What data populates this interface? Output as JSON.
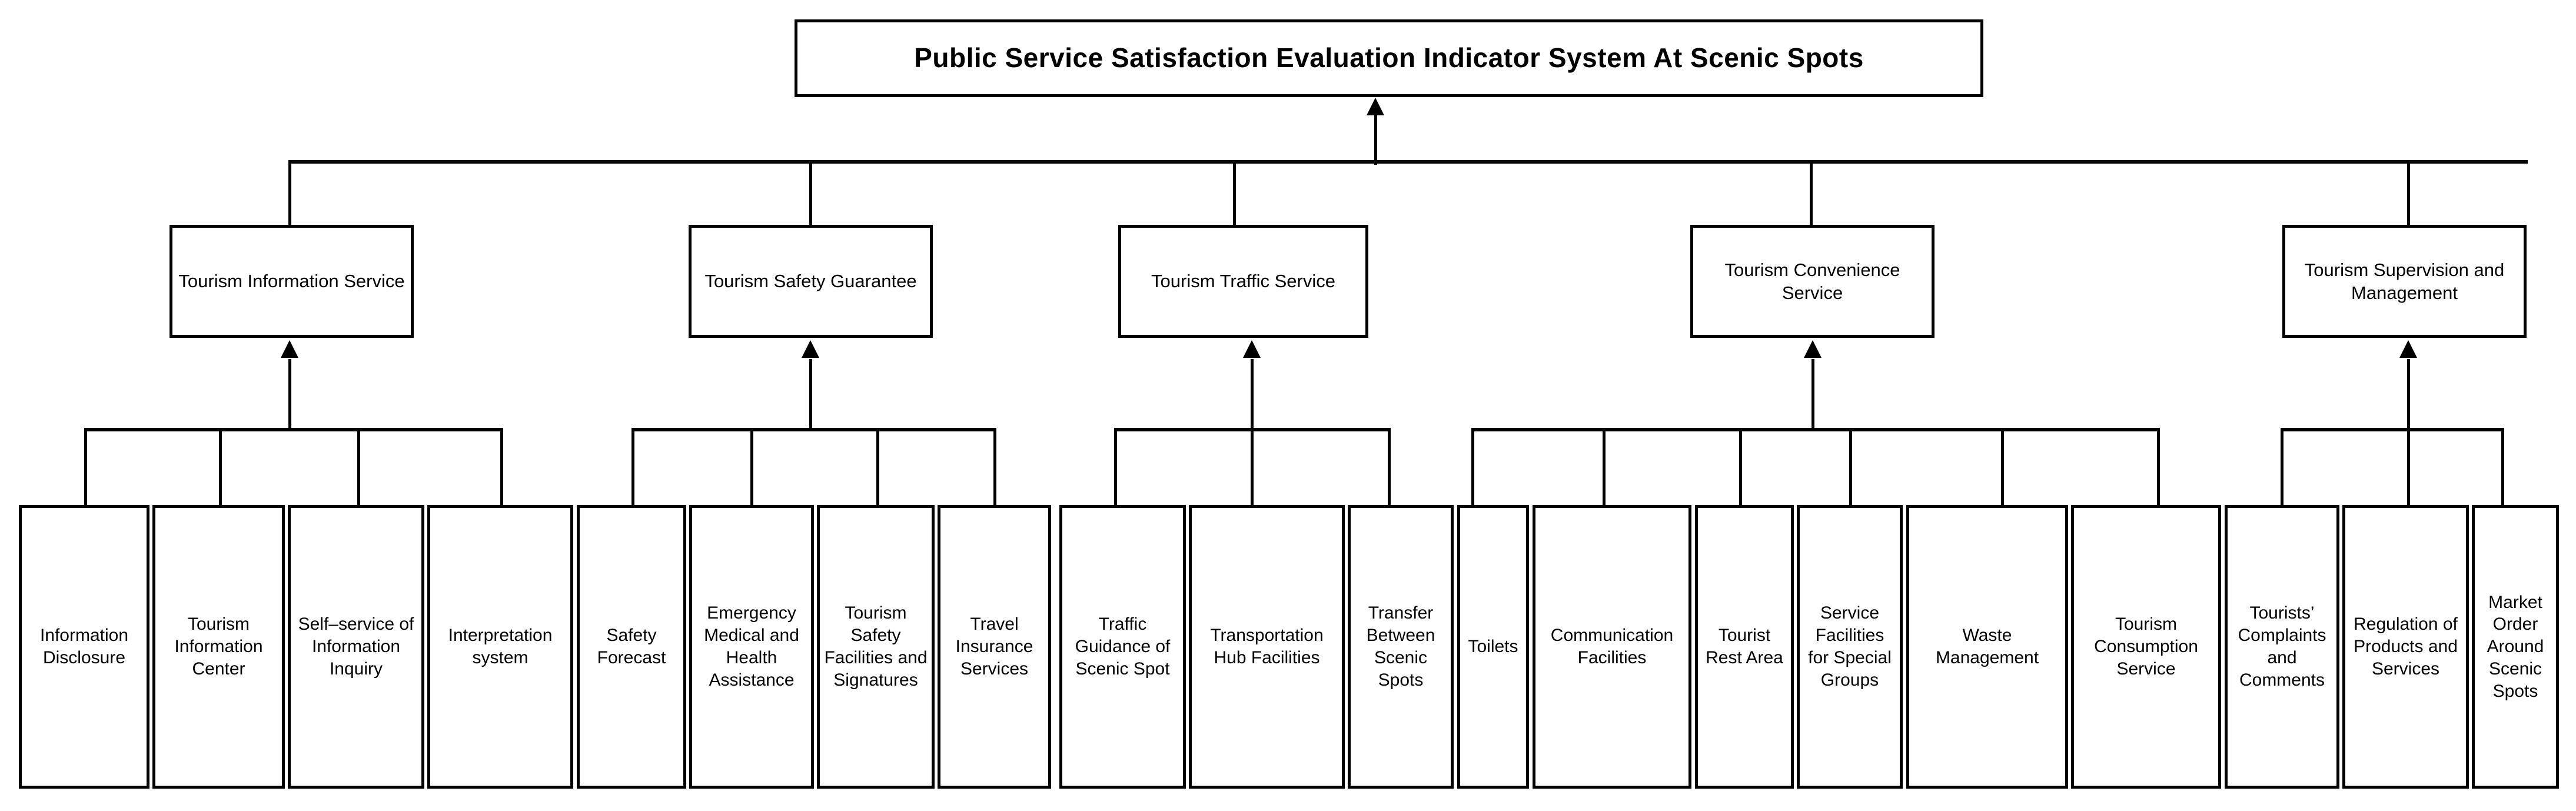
{
  "diagram": {
    "type": "hierarchy-tree",
    "orientation": "bottom-up-arrows",
    "root": {
      "label": "Public Service Satisfaction Evaluation Indicator System At Scenic Spots"
    },
    "dimensions": {
      "level1_nodes": 1,
      "level2_nodes": 5,
      "level3_nodes": 18
    },
    "colors": {
      "line": "#000000",
      "box_fill": "#ffffff",
      "text": "#000000"
    },
    "level2": [
      {
        "label": "Tourism Information Service"
      },
      {
        "label": "Tourism Safety Guarantee"
      },
      {
        "label": "Tourism Traffic Service"
      },
      {
        "label": "Tourism Convenience Service"
      },
      {
        "label": "Tourism Supervision and Management"
      }
    ],
    "level3": [
      {
        "label": "Information Disclosure",
        "parent": "Tourism Information Service"
      },
      {
        "label": "Tourism Information Center",
        "parent": "Tourism Information Service"
      },
      {
        "label": "Self–service of Information Inquiry",
        "parent": "Tourism Information Service"
      },
      {
        "label": "Interpretation system",
        "parent": "Tourism Information Service"
      },
      {
        "label": "Safety Forecast",
        "parent": "Tourism Safety Guarantee"
      },
      {
        "label": "Emergency Medical and Health Assistance",
        "parent": "Tourism Safety Guarantee"
      },
      {
        "label": "Tourism Safety Facilities and Signatures",
        "parent": "Tourism Safety Guarantee"
      },
      {
        "label": "Travel Insurance Services",
        "parent": "Tourism Safety Guarantee"
      },
      {
        "label": "Traffic Guidance of Scenic Spot",
        "parent": "Tourism Traffic Service"
      },
      {
        "label": "Transportation Hub Facilities",
        "parent": "Tourism Traffic Service"
      },
      {
        "label": "Transfer Between Scenic Spots",
        "parent": "Tourism Traffic Service"
      },
      {
        "label": "Toilets",
        "parent": "Tourism Convenience Service"
      },
      {
        "label": "Communication Facilities",
        "parent": "Tourism Convenience Service"
      },
      {
        "label": "Tourist Rest Area",
        "parent": "Tourism Convenience Service"
      },
      {
        "label": "Service Facilities for Special Groups",
        "parent": "Tourism Convenience Service"
      },
      {
        "label": "Waste Management",
        "parent": "Tourism Convenience Service"
      },
      {
        "label": "Tourism Consumption Service",
        "parent": "Tourism Convenience Service"
      },
      {
        "label": "Tourists’ Complaints and Comments",
        "parent": "Tourism Supervision and Management"
      },
      {
        "label": "Regulation of Products and Services",
        "parent": "Tourism Supervision and Management"
      },
      {
        "label": "Market Order Around Scenic Spots",
        "parent": "Tourism Supervision and Management"
      }
    ]
  }
}
